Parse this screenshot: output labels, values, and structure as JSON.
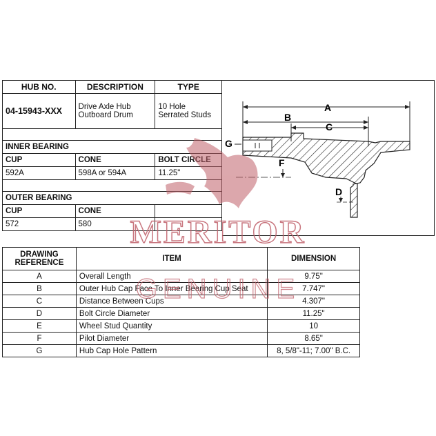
{
  "spec_table": {
    "headers": {
      "hub_no": "HUB NO.",
      "description": "DESCRIPTION",
      "type": "TYPE"
    },
    "hub_no": "04-15943-XXX",
    "description_line1": "Drive Axle Hub",
    "description_line2": "Outboard Drum",
    "type_line1": "10 Hole",
    "type_line2": "Serrated Studs",
    "inner_bearing": {
      "title": "INNER BEARING",
      "cup_label": "CUP",
      "cone_label": "CONE",
      "bolt_circle_label": "BOLT CIRCLE",
      "cup": "592A",
      "cone": "598A or 594A",
      "bolt_circle": "11.25\""
    },
    "outer_bearing": {
      "title": "OUTER BEARING",
      "cup_label": "CUP",
      "cone_label": "CONE",
      "cup": "572",
      "cone": "580"
    }
  },
  "diagram": {
    "labels": {
      "a": "A",
      "b": "B",
      "c": "C",
      "d": "D",
      "f": "F",
      "g": "G"
    }
  },
  "watermark": {
    "brand": "MERITOR",
    "tagline": "GENUINE",
    "color": "#c0606a"
  },
  "dimensions_table": {
    "headers": {
      "ref_line1": "DRAWING",
      "ref_line2": "REFERENCE",
      "item": "ITEM",
      "dimension": "DIMENSION"
    },
    "rows": [
      {
        "ref": "A",
        "item": "Overall Length",
        "dimension": "9.75\""
      },
      {
        "ref": "B",
        "item": "Outer Hub Cap Face To Inner Bearing Cup Seat",
        "dimension": "7.747\""
      },
      {
        "ref": "C",
        "item": "Distance Between Cups",
        "dimension": "4.307\""
      },
      {
        "ref": "D",
        "item": "Bolt Circle Diameter",
        "dimension": "11.25\""
      },
      {
        "ref": "E",
        "item": "Wheel Stud Quantity",
        "dimension": "10"
      },
      {
        "ref": "F",
        "item": "Pilot Diameter",
        "dimension": "8.65\""
      },
      {
        "ref": "G",
        "item": "Hub Cap Hole Pattern",
        "dimension": "8, 5/8\"-11; 7.00\" B.C."
      }
    ]
  }
}
